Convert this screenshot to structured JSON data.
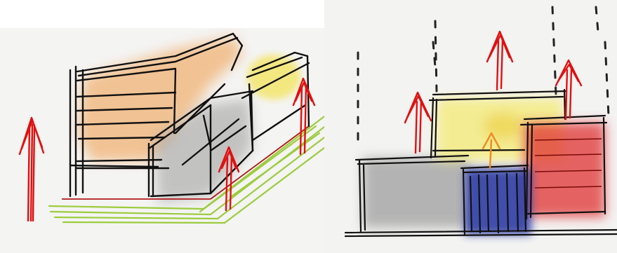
{
  "left_sketch": {
    "background": "#f4f4f3",
    "volumes": [
      {
        "role": "long block",
        "color": "#f0a860"
      },
      {
        "role": "middle block",
        "color": "#9a9a9a"
      },
      {
        "role": "rear block",
        "color": "#f3e35a"
      }
    ],
    "ground_color": "#9ccc3c",
    "arrow_color": "#e01010",
    "arrow_count": 3
  },
  "right_sketch": {
    "background": "#f3f3f2",
    "volumes": [
      {
        "role": "gray block",
        "color": "#8a8a8a"
      },
      {
        "role": "yellow block",
        "color": "#f4ea6a"
      },
      {
        "role": "red block",
        "color": "#e03030"
      },
      {
        "role": "blue block",
        "color": "#2030a0"
      }
    ],
    "arrow_colors": [
      "#e01010",
      "#f08a20"
    ],
    "arrow_count": 4
  }
}
